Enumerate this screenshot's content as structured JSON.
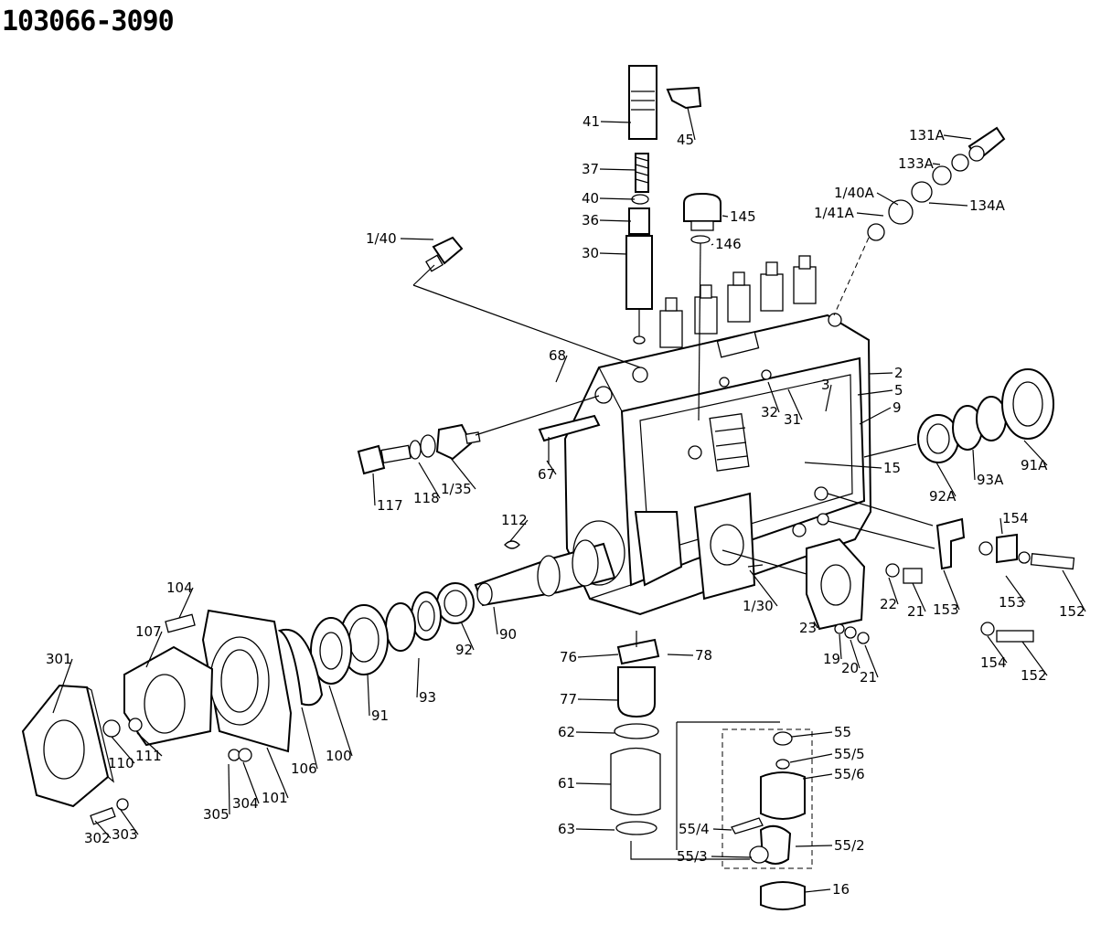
{
  "diagram": {
    "title": "103066-3090",
    "parts": [
      {
        "id": "p41",
        "label": "41"
      },
      {
        "id": "p45",
        "label": "45"
      },
      {
        "id": "p37",
        "label": "37"
      },
      {
        "id": "p40",
        "label": "40"
      },
      {
        "id": "p36",
        "label": "36"
      },
      {
        "id": "p30",
        "label": "30"
      },
      {
        "id": "p145",
        "label": "145"
      },
      {
        "id": "p146",
        "label": "146"
      },
      {
        "id": "p140",
        "label": "1/40"
      },
      {
        "id": "p131a",
        "label": "131A"
      },
      {
        "id": "p133a",
        "label": "133A"
      },
      {
        "id": "p140a",
        "label": "1/40A"
      },
      {
        "id": "p141a",
        "label": "1/41A"
      },
      {
        "id": "p134a",
        "label": "134A"
      },
      {
        "id": "p68",
        "label": "68"
      },
      {
        "id": "p2",
        "label": "2"
      },
      {
        "id": "p5",
        "label": "5"
      },
      {
        "id": "p3",
        "label": "3"
      },
      {
        "id": "p9",
        "label": "9"
      },
      {
        "id": "p32",
        "label": "32"
      },
      {
        "id": "p31",
        "label": "31"
      },
      {
        "id": "p15",
        "label": "15"
      },
      {
        "id": "p92a",
        "label": "92A"
      },
      {
        "id": "p93a",
        "label": "93A"
      },
      {
        "id": "p91a",
        "label": "91A"
      },
      {
        "id": "p117",
        "label": "117"
      },
      {
        "id": "p118",
        "label": "118"
      },
      {
        "id": "p135",
        "label": "1/35"
      },
      {
        "id": "p67",
        "label": "67"
      },
      {
        "id": "p112",
        "label": "112"
      },
      {
        "id": "p154a",
        "label": "154"
      },
      {
        "id": "p153a",
        "label": "153"
      },
      {
        "id": "p153b",
        "label": "153"
      },
      {
        "id": "p152a",
        "label": "152"
      },
      {
        "id": "p22",
        "label": "22"
      },
      {
        "id": "p21a",
        "label": "21"
      },
      {
        "id": "p130",
        "label": "1/30"
      },
      {
        "id": "p104",
        "label": "104"
      },
      {
        "id": "p107",
        "label": "107"
      },
      {
        "id": "p301",
        "label": "301"
      },
      {
        "id": "p90",
        "label": "90"
      },
      {
        "id": "p92",
        "label": "92"
      },
      {
        "id": "p93",
        "label": "93"
      },
      {
        "id": "p91",
        "label": "91"
      },
      {
        "id": "p100",
        "label": "100"
      },
      {
        "id": "p106",
        "label": "106"
      },
      {
        "id": "p101",
        "label": "101"
      },
      {
        "id": "p110",
        "label": "110"
      },
      {
        "id": "p111",
        "label": "111"
      },
      {
        "id": "p304",
        "label": "304"
      },
      {
        "id": "p305",
        "label": "305"
      },
      {
        "id": "p302",
        "label": "302"
      },
      {
        "id": "p303",
        "label": "303"
      },
      {
        "id": "p23",
        "label": "23"
      },
      {
        "id": "p19",
        "label": "19"
      },
      {
        "id": "p20",
        "label": "20"
      },
      {
        "id": "p21b",
        "label": "21"
      },
      {
        "id": "p154b",
        "label": "154"
      },
      {
        "id": "p152b",
        "label": "152"
      },
      {
        "id": "p76",
        "label": "76"
      },
      {
        "id": "p78",
        "label": "78"
      },
      {
        "id": "p77",
        "label": "77"
      },
      {
        "id": "p62",
        "label": "62"
      },
      {
        "id": "p61",
        "label": "61"
      },
      {
        "id": "p63",
        "label": "63"
      },
      {
        "id": "p55",
        "label": "55"
      },
      {
        "id": "p555",
        "label": "55/5"
      },
      {
        "id": "p556",
        "label": "55/6"
      },
      {
        "id": "p554",
        "label": "55/4"
      },
      {
        "id": "p552",
        "label": "55/2"
      },
      {
        "id": "p553",
        "label": "55/3"
      },
      {
        "id": "p16",
        "label": "16"
      }
    ]
  }
}
